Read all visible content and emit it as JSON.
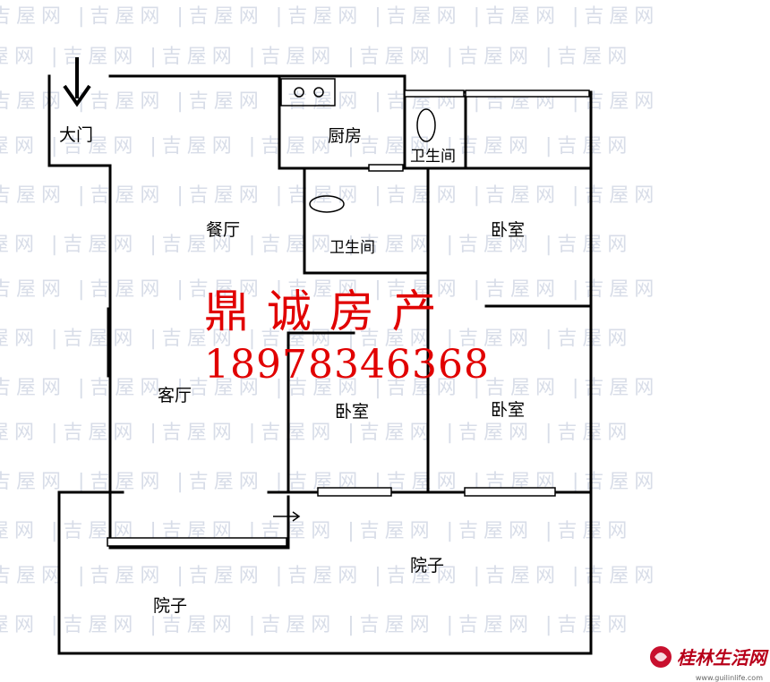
{
  "watermark": {
    "text": "吉屋网 |吉屋网 |吉屋网 |吉屋网 |吉屋网 |吉屋网 |吉屋网"
  },
  "rooms": {
    "entrance": "大门",
    "kitchen": "厨房",
    "bathroom_1": "卫生间",
    "bathroom_2": "卫生间",
    "dining": "餐厅",
    "living": "客厅",
    "bedroom_1": "卧室",
    "bedroom_2": "卧室",
    "bedroom_3": "卧室",
    "yard_1": "院子",
    "yard_2": "院子"
  },
  "ad": {
    "company": "鼎 诚 房 产",
    "phone": "18978346368",
    "color": "#e10000"
  },
  "site": {
    "name": "桂林生活网",
    "url": "www.guilinlife.com"
  }
}
